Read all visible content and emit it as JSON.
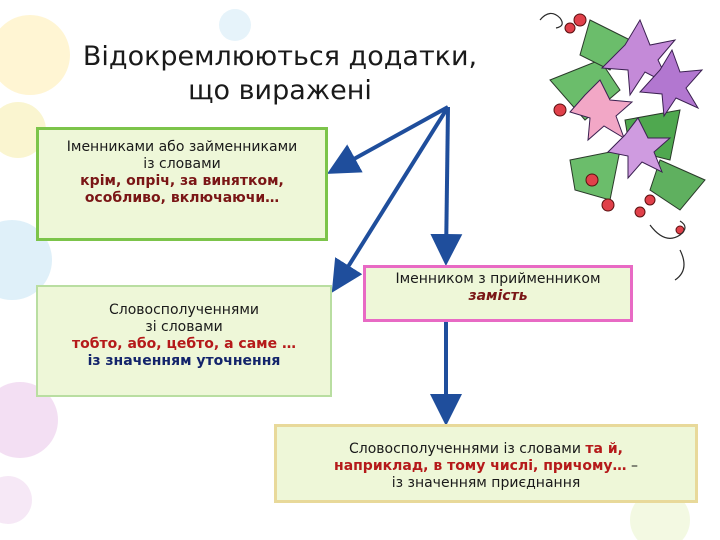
{
  "title": {
    "line1": "Відокремлюються додатки,",
    "line2": "що виражені"
  },
  "box1": {
    "line1": "Іменниками або займенниками",
    "line2": "із словами",
    "line3": "крім, опріч, за винятком,",
    "line4": "особливо, включаючи…"
  },
  "box2": {
    "line1": "Словосполученнями",
    "line2": "зі словами",
    "line3": "тобто, або, цебто, а саме …",
    "line4": "із значенням уточнення"
  },
  "box3": {
    "line1": "Іменником з прийменником",
    "line2": "замість"
  },
  "box4": {
    "line1_plain": "Словосполученнями із словами ",
    "line1_bold": "та й,",
    "line2_bold": "наприклад, в тому числі, причому…",
    "line2_dash": " –",
    "line3": "із значенням приєднання"
  },
  "colors": {
    "box_fill": "#eef7d8",
    "box1_border": "#7cc44a",
    "box3_border": "#e86ac4",
    "box4_border": "#e8d99a",
    "arrow": "#1f4e9c",
    "highlight_red": "#b51a1a"
  }
}
